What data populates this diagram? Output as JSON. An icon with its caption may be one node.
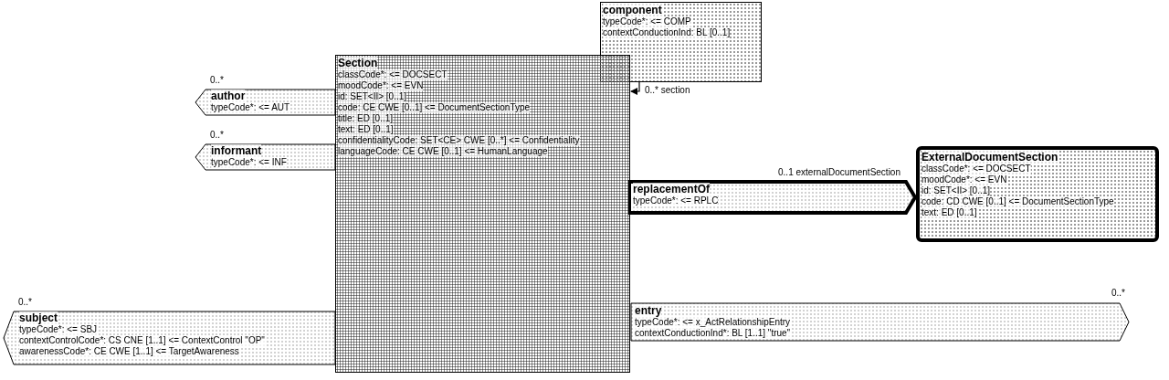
{
  "diagram": {
    "nodes": [
      {
        "text": [
          "component",
          "typeCode*: <= COMP",
          "contextConductionInd: BL [0..1]"
        ]
      },
      {
        "text": [
          "Section",
          "classCode*: <= DOCSECT",
          "moodCode*: <= EVN",
          "id: SET<II> [0..1]",
          "code: CE CWE [0..1] <= DocumentSectionType",
          "title: ED [0..1]",
          "text: ED [0..1]",
          "confidentialityCode: SET<CE> CWE [0..*] <= Confidentiality",
          "languageCode: CE CWE [0..1] <= HumanLanguage"
        ]
      },
      {
        "text": [
          "author",
          "typeCode*: <= AUT"
        ],
        "beside": [
          "0..*"
        ]
      },
      {
        "text": [
          "informant",
          "typeCode*: <= INF"
        ],
        "beside": [
          "0..*"
        ]
      },
      {
        "text": [
          "replacementOf",
          "typeCode*: <= RPLC"
        ],
        "beside": [
          "0..1 externalDocumentSection"
        ]
      },
      {
        "text": [
          "ExternalDocumentSection",
          "classCode*: <= DOCSECT",
          "moodCode*: <= EVN",
          "id: SET<II> [0..1]",
          "code: CD CWE [0..1] <= DocumentSectionType",
          "text: ED [0..1]"
        ]
      },
      {
        "text": [
          "subject",
          "typeCode*: <= SBJ",
          "contextControlCode*: CS CNE [1..1] <= ContextControl \"OP\"",
          "awarenessCode*: CE CWE [1..1] <= TargetAwareness"
        ],
        "beside": [
          "0..*"
        ]
      },
      {
        "text": [
          "entry",
          "typeCode*: <= x_ActRelationshipEntry",
          "contextConductionInd*: BL [1..1] \"true\""
        ],
        "beside": [
          "0..*"
        ]
      }
    ],
    "edges": [
      {
        "from": 0,
        "to": 1,
        "arrow": "to",
        "label": "0..* section"
      }
    ]
  }
}
